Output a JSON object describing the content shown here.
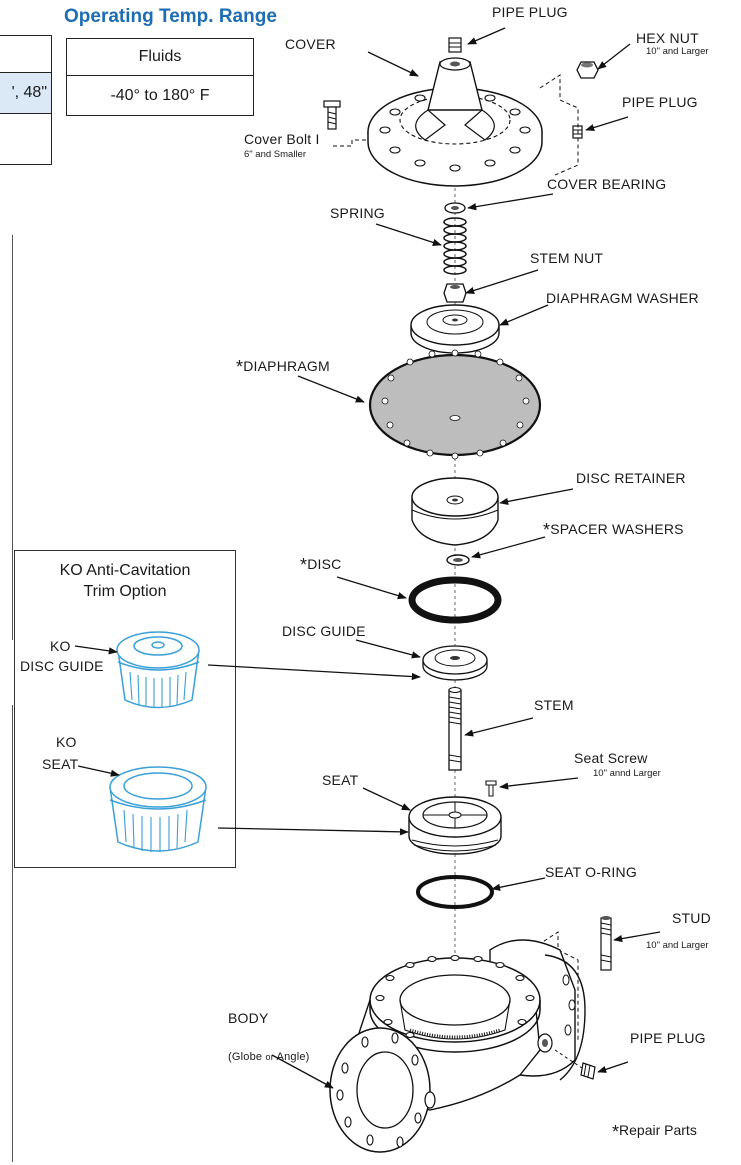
{
  "header": {
    "temp_title": "Operating Temp. Range",
    "temp_col_header": "Fluids",
    "temp_col_value": "-40° to 180° F",
    "left_cell_value": "', 48\""
  },
  "labels": {
    "pipe_plug_top": "PIPE PLUG",
    "cover": "COVER",
    "hex_nut": "HEX  NUT",
    "hex_nut_note": "10\" and Larger",
    "pipe_plug_right": "PIPE PLUG",
    "cover_bolt": "Cover Bolt",
    "cover_bolt_note": "6\" and Smaller",
    "cover_bearing": "COVER BEARING",
    "spring": "SPRING",
    "stem_nut": "STEM NUT",
    "diaphragm_washer": "DIAPHRAGM WASHER",
    "diaphragm": "DIAPHRAGM",
    "disc_retainer": "DISC RETAINER",
    "spacer_washers": "SPACER WASHERS",
    "disc": "DISC",
    "disc_guide": "DISC GUIDE",
    "stem": "STEM",
    "seat_screw": "Seat Screw",
    "seat_screw_note": "10\" annd Larger",
    "seat": "SEAT",
    "seat_oring": "SEAT O-RING",
    "stud": "STUD",
    "stud_note": "10\" and Larger",
    "body": "BODY",
    "body_note_a": "(Globe ",
    "body_note_or": "or",
    "body_note_b": " Angle)",
    "pipe_plug_body": "PIPE PLUG",
    "asterisk": "*",
    "repair_parts": "Repair Parts"
  },
  "ko": {
    "title_line1": "KO Anti-Cavitation",
    "title_line2": "Trim Option",
    "disc_guide_a": "KO",
    "disc_guide_b": "DISC GUIDE",
    "seat_a": "KO",
    "seat_b": "SEAT"
  },
  "colors": {
    "accent_blue": "#1d6db5",
    "ko_part_blue": "#3aa0d8",
    "diaphragm_gray": "#bdbdbd",
    "cell_highlight": "#dbe8f5"
  }
}
